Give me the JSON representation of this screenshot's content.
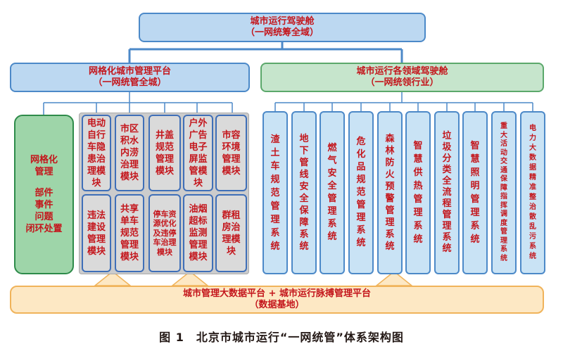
{
  "top": {
    "title": "城市运行驾驶舱",
    "subtitle": "（一网统筹全域）"
  },
  "left_platform": {
    "title": "网格化城市管理平台",
    "subtitle": "（一网统管全城）"
  },
  "right_platform": {
    "title": "城市运行各领域驾驶舱",
    "subtitle": "（一网统领行业）"
  },
  "grid_mgmt": {
    "line1": "网格化",
    "line2": "管理",
    "line3": "部件",
    "line4": "事件",
    "line5": "问题",
    "line6": "闭环处置"
  },
  "modules_top": [
    "电动自行车隐患治理模块",
    "市区积水内涝治理模块",
    "井盖规范管理模块",
    "户外广告电子屏监管模块",
    "市容环境管理模块"
  ],
  "modules_bottom": [
    "违法建设管理模块",
    "共享单车规范管理模块",
    "停车资源优化及违停车治理模块",
    "油烟超标监测管理模块",
    "群租房治理模块"
  ],
  "systems": [
    "渣土车规范管理系统",
    "地下管线安全保障系统",
    "燃气安全管理系统",
    "危化品规范管理系统",
    "森林防火预警管理系统",
    "智慧供热管理系统",
    "垃圾分类全流程管理系统",
    "智慧照明管理系统",
    "重大活动交通保障指挥调度管理系统",
    "电力大数据精准整治散乱污系统"
  ],
  "bottom": {
    "title": "城市管理大数据平台 + 城市运行脉搏管理平台",
    "subtitle": "（数据基地）"
  },
  "caption": "图 1　北京市城市运行“一网统管”体系架构图",
  "colors": {
    "text_red": "#c4161c",
    "blue_border": "#4c89c8",
    "blue_fill": "#bcd8f1",
    "green_fill": "#c6e5cc",
    "orange_fill": "#fde8c4"
  }
}
